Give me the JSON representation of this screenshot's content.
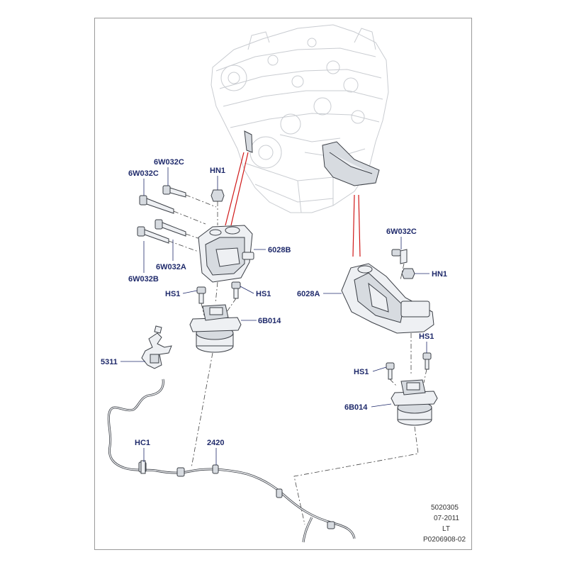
{
  "labels": {
    "bolt_upper_1": "6W032C",
    "bolt_upper_2": "6W032C",
    "nut_left": "HN1",
    "bracket_left": "6028B",
    "bolt_a": "6W032A",
    "bolt_b": "6W032B",
    "hs_left_1": "HS1",
    "hs_left_2": "HS1",
    "mount_left": "6B014",
    "sensor": "5311",
    "clip": "HC1",
    "harness": "2420",
    "bolt_right": "6W032C",
    "nut_right": "HN1",
    "bracket_right": "6028A",
    "hs_right_1": "HS1",
    "hs_right_2": "HS1",
    "mount_right": "6B014"
  },
  "meta": {
    "ref_number": "5020305",
    "date": "07-2011",
    "code": "LT",
    "part_ref": "P0206908-02"
  },
  "colors": {
    "label_text": "#1f2a6b",
    "red_guide": "#d01818",
    "engine_line": "#c9ccd1"
  }
}
